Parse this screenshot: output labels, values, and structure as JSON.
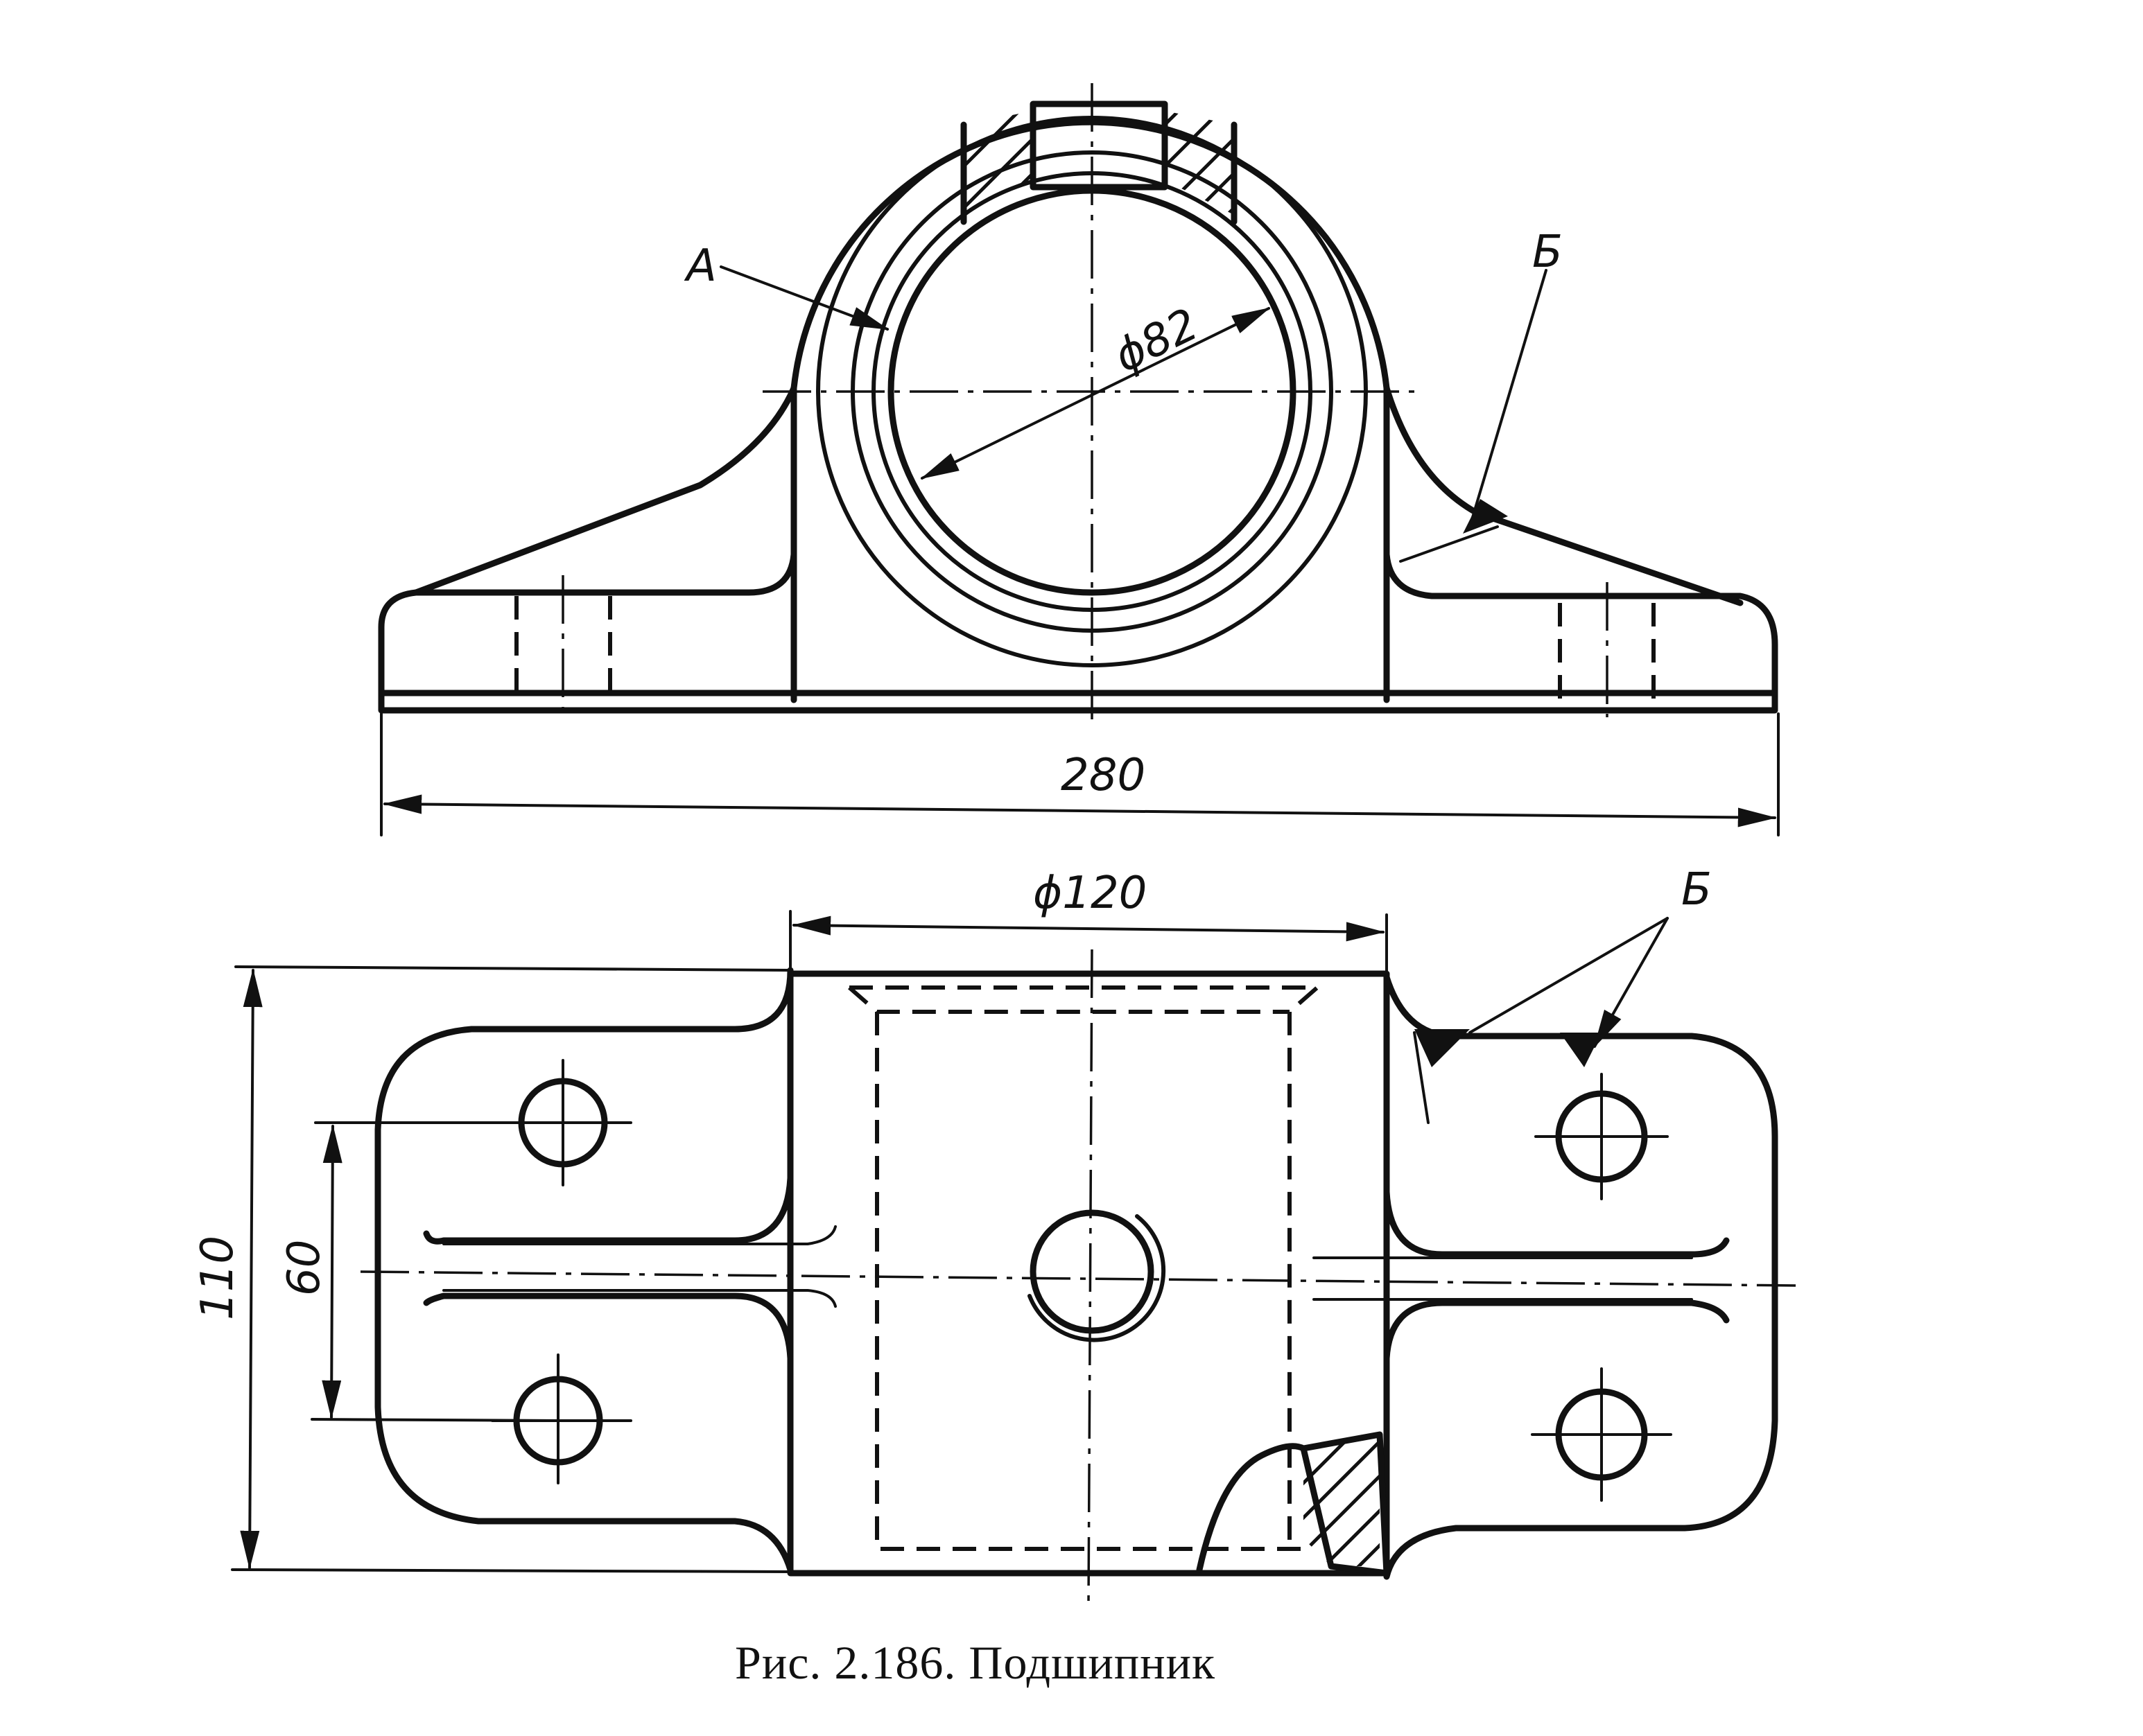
{
  "figure": {
    "caption": "Рис. 2.186. Подшипник"
  },
  "front_view": {
    "dimension_bore": "ϕ82",
    "dimension_length": "280",
    "label_a": "А",
    "label_b": "Б"
  },
  "top_view": {
    "dimension_width": "ϕ120",
    "dimension_height": "110",
    "dimension_hole_spacing": "60",
    "label_b": "Б"
  }
}
